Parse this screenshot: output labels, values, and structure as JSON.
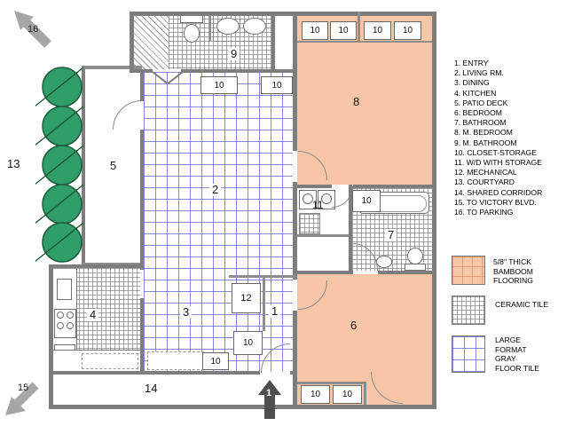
{
  "plan": {
    "room_numbers": {
      "entry": "1",
      "living": "2",
      "dining": "3",
      "kitchen": "4",
      "patio": "5",
      "bedroom": "6",
      "bathroom": "7",
      "m_bedroom": "8",
      "m_bathroom": "9",
      "closet": "10",
      "wd": "11",
      "mechanical": "12",
      "courtyard": "13",
      "corridor": "14"
    },
    "arrows": {
      "to_parking": "16",
      "to_victory": "15",
      "entry": "1"
    }
  },
  "legend": {
    "items": [
      "1. ENTRY",
      "2. LIVING RM.",
      "3. DINING",
      "4. KITCHEN",
      "5. PATIO DECK",
      "6. BEDROOM",
      "7. BATHROOM",
      "8. M. BEDROOM",
      "9. M. BATHROOM",
      "10. CLOSET-STORAGE",
      "11. W/D WITH STORAGE",
      "12. MECHANICAL",
      "13. COURTYARD",
      "14. SHARED CORRIDOR",
      "15. TO VICTORY BLVD.",
      "16. TO PARKING"
    ],
    "materials": [
      {
        "id": "bamboo",
        "label": "5/8\" THICK BAMBOOM FLOORING",
        "color": "#f6c6a7"
      },
      {
        "id": "ceramic",
        "label": "CERAMIC TILE",
        "color": "#ffffff"
      },
      {
        "id": "gray-tile",
        "label": "LARGE FORMAT GRAY FLOOR TILE",
        "color": "#ffffff"
      }
    ]
  },
  "colors": {
    "bamboo": "#f6c6a7",
    "tile_grid_blue": "#6064c4",
    "ceramic_grid": "#7d7d7d",
    "wall": "#7d7d7d",
    "tree_fill": "#2f9e68",
    "tree_stroke": "#1b5e3e",
    "arrow_gray": "#a6a6a6",
    "arrow_dark": "#4f4f4f"
  }
}
